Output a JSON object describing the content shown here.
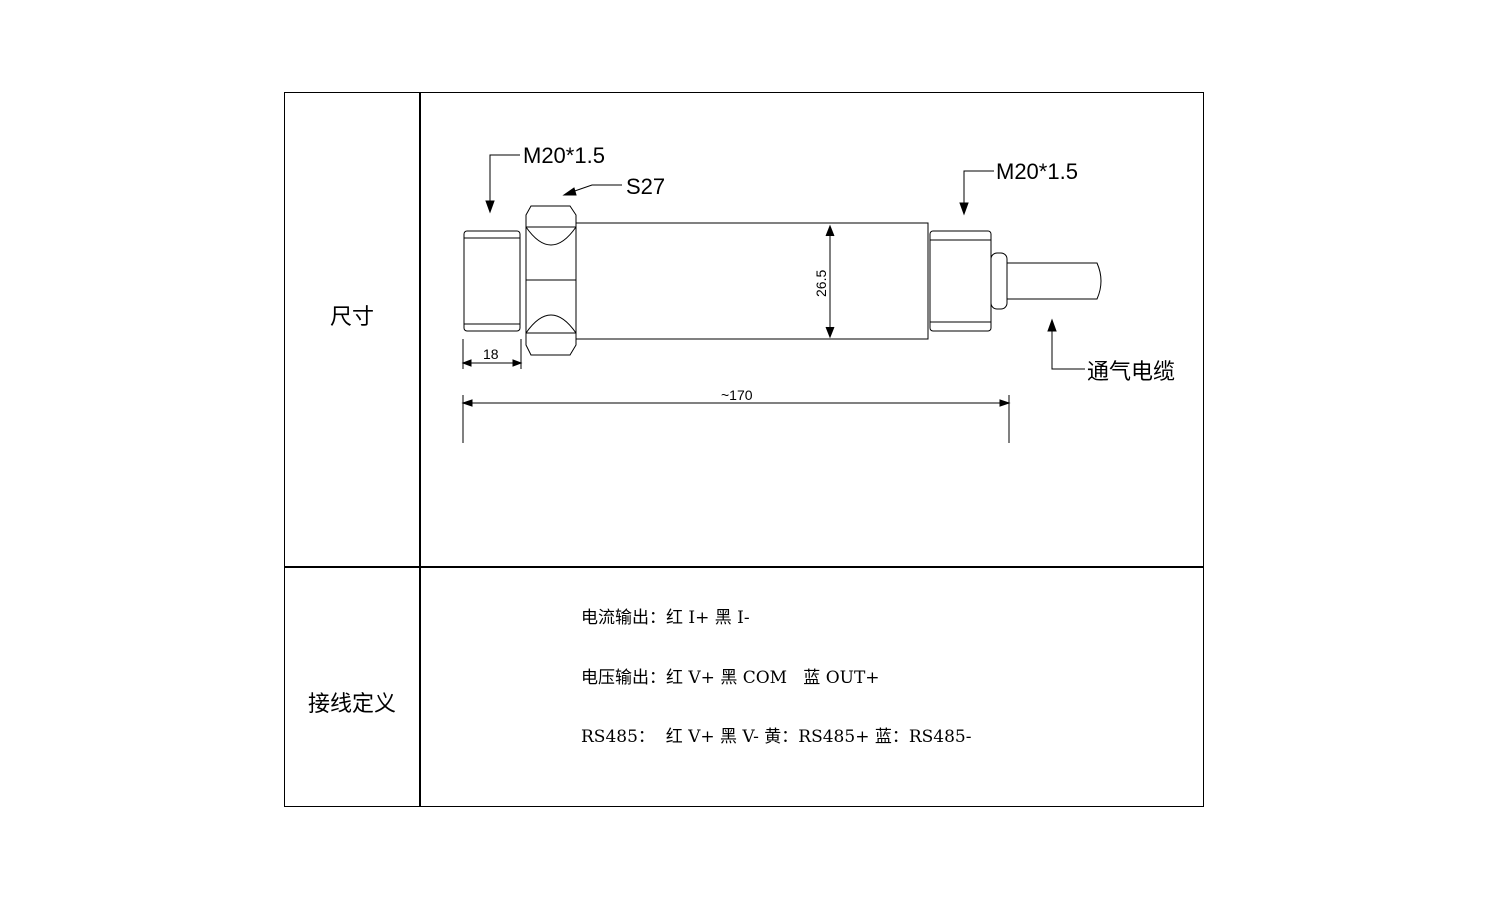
{
  "table": {
    "rows": [
      {
        "label": "尺寸"
      },
      {
        "label": "接线定义"
      }
    ]
  },
  "drawing": {
    "thread_left": "M20*1.5",
    "hex": "S27",
    "thread_right": "M20*1.5",
    "diameter": "26.5",
    "thread_length": "18",
    "total_length": "~170",
    "cable": "通气电缆"
  },
  "wiring": {
    "current_output": "电流输出：红 I+ 黑 I-",
    "voltage_output": "电压输出：红 V+ 黑 COM   蓝 OUT+",
    "rs485": "RS485：  红 V+ 黑 V- 黄：RS485+ 蓝：RS485-"
  }
}
